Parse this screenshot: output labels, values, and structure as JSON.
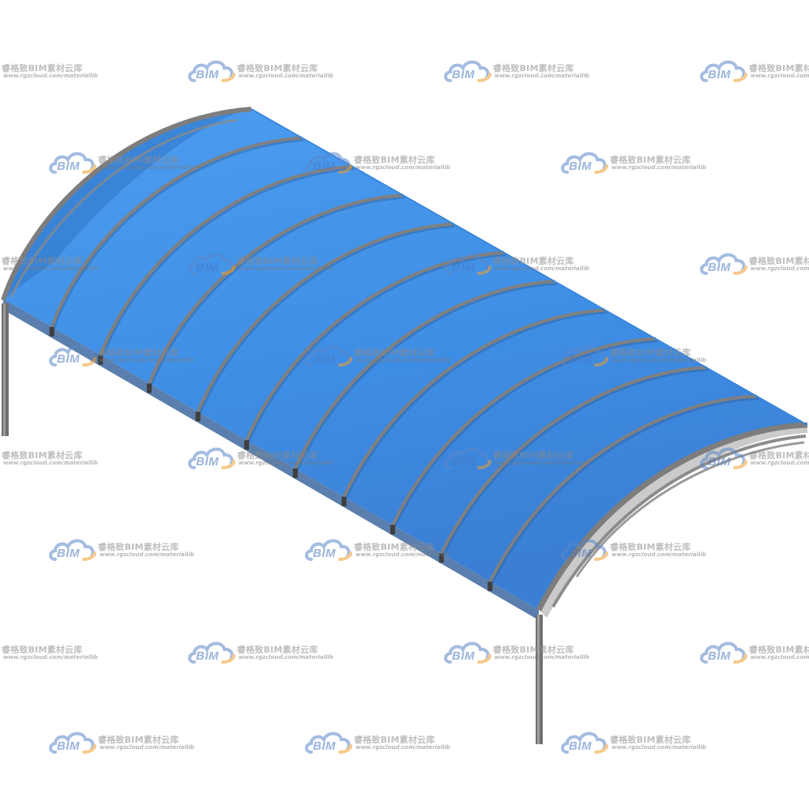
{
  "model": {
    "name": "arched-canopy",
    "roof_color": "#3f8fe6",
    "roof_shadow_color": "#2d6fbf",
    "frame_color": "#7d7d7d",
    "rib_count": 10
  },
  "watermark": {
    "logo_text": "BIM",
    "title": "睿格致BIM素材云库",
    "url": "www.rgzcloud.com/materiallib",
    "logo_colors": {
      "cloud": "#5b87c9",
      "accent": "#f0a030"
    }
  }
}
